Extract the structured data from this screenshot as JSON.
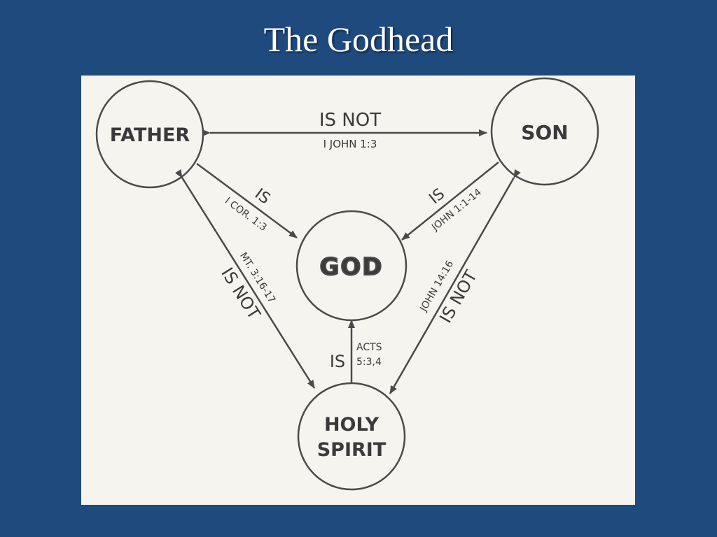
{
  "slide": {
    "title": "The Godhead",
    "background_color": "#1f4a7e",
    "panel_color": "#f6f4ef",
    "ink_color": "#4a4a4a"
  },
  "diagram": {
    "nodes": {
      "father": "FATHER",
      "son": "SON",
      "god": "GOD",
      "holy_spirit_line1": "HOLY",
      "holy_spirit_line2": "SPIRIT"
    },
    "edges": {
      "father_son": {
        "relation": "IS NOT",
        "reference": "I JOHN 1:3"
      },
      "father_god": {
        "relation": "IS",
        "reference": "I COR. 1:3"
      },
      "son_god": {
        "relation": "IS",
        "reference": "JOHN 1:1-14"
      },
      "father_spirit": {
        "relation": "IS NOT",
        "reference": "MT. 3:16-17"
      },
      "son_spirit": {
        "relation": "IS NOT",
        "reference": "JOHN 14:16"
      },
      "spirit_god": {
        "relation": "IS",
        "reference_line1": "ACTS",
        "reference_line2": "5:3,4"
      }
    }
  }
}
